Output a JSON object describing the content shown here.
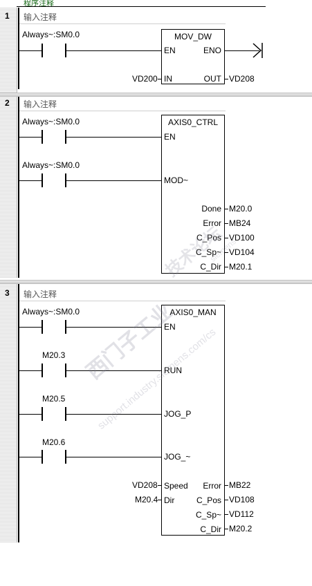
{
  "header": {
    "label": "程序注释"
  },
  "rungs": [
    {
      "number": "1",
      "comment": "输入注释",
      "contact": "Always~:SM0.0",
      "block": {
        "title": "MOV_DW",
        "in_left": [
          "EN",
          "IN"
        ],
        "in_right": [
          "ENO",
          "OUT"
        ]
      },
      "ext_in": "VD200",
      "ext_out": "VD208"
    },
    {
      "number": "2",
      "comment": "输入注释",
      "contacts": [
        "Always~:SM0.0",
        "Always~:SM0.0"
      ],
      "block": {
        "title": "AXIS0_CTRL",
        "in_left": [
          "EN",
          "MOD~"
        ],
        "out_right": [
          "Done",
          "Error",
          "C_Pos",
          "C_Sp~",
          "C_Dir"
        ]
      },
      "ext_out": [
        "M20.0",
        "MB24",
        "VD100",
        "VD104",
        "M20.1"
      ]
    },
    {
      "number": "3",
      "comment": "输入注释",
      "contacts": [
        "Always~:SM0.0",
        "M20.3",
        "M20.5",
        "M20.6"
      ],
      "block": {
        "title": "AXIS0_MAN",
        "in_left": [
          "EN",
          "RUN",
          "JOG_P",
          "JOG_~",
          "Speed",
          "Dir"
        ],
        "out_right": [
          "Error",
          "C_Pos",
          "C_Sp~",
          "C_Dir"
        ]
      },
      "ext_in": [
        "VD208",
        "M20.4"
      ],
      "ext_out": [
        "MB22",
        "VD108",
        "VD112",
        "M20.2"
      ]
    }
  ],
  "watermark": {
    "line1": "西门子工业",
    "line2": "support.industry.siemens.com/cs",
    "line3": "技术论坛",
    "line4": "siemens"
  }
}
